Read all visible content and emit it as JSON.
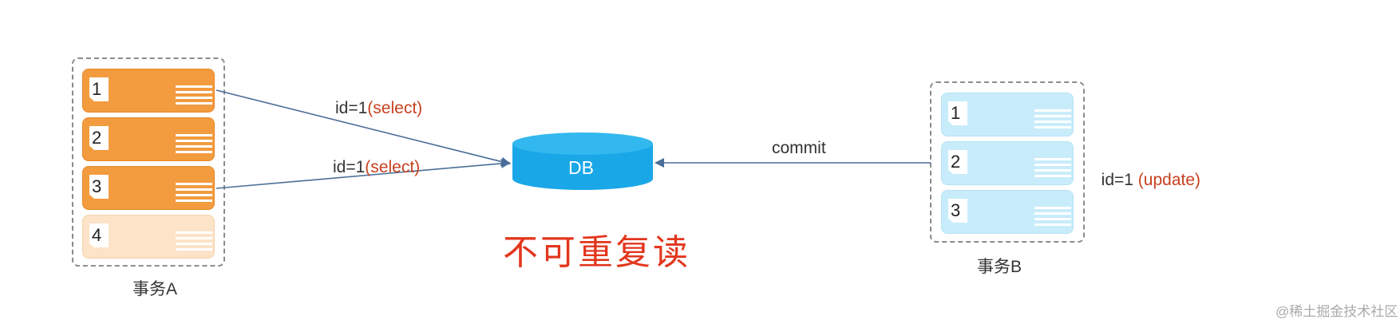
{
  "transaction_a": {
    "caption": "事务A",
    "rows": [
      {
        "num": "1",
        "state": "normal"
      },
      {
        "num": "2",
        "state": "normal"
      },
      {
        "num": "3",
        "state": "normal"
      },
      {
        "num": "4",
        "state": "faded"
      }
    ]
  },
  "transaction_b": {
    "caption": "事务B",
    "rows": [
      {
        "num": "1"
      },
      {
        "num": "2"
      },
      {
        "num": "3"
      }
    ]
  },
  "db": {
    "label": "DB"
  },
  "arrows": {
    "select_1": {
      "prefix": "id=1",
      "op": "(select)"
    },
    "select_2": {
      "prefix": "id=1",
      "op": "(select)"
    },
    "commit": {
      "label": "commit"
    }
  },
  "update_label": {
    "prefix": "id=1 ",
    "op": "(update)"
  },
  "title": "不可重复读",
  "watermark": "@稀土掘金技术社区",
  "colors": {
    "orange": "#f39b3f",
    "orange_faded": "#fde3c8",
    "light_blue": "#c9ecfb",
    "db_blue": "#1aa7e8",
    "arrow": "#4a6e98",
    "red_text": "#e3361d"
  }
}
